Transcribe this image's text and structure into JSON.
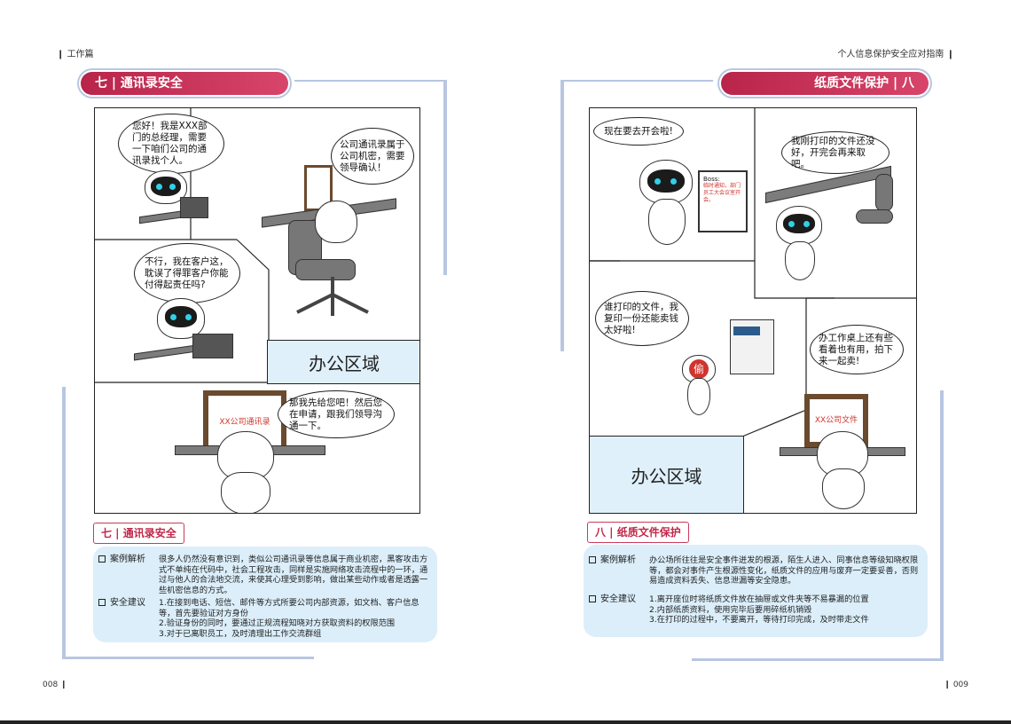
{
  "header": {
    "left": "工作篇",
    "right": "个人信息保护安全应对指南"
  },
  "page_numbers": {
    "left": "008",
    "right": "009"
  },
  "left_page": {
    "banner": "七 | 通讯录安全",
    "bubbles": [
      "您好！我是XXX部门的总经理，需要一下咱们公司的通讯录找个人。",
      "公司通讯录属于公司机密，需要领导确认！",
      "不行，我在客户这，耽误了得罪客户你能付得起责任吗?",
      "那我先给您吧！然后您在申请，跟我们领导沟通一下。"
    ],
    "office_label": "办公区域",
    "board_label": "XX公司通讯录",
    "info_title": "七 | 通讯录安全",
    "case_label": "案例解析",
    "case_text": "很多人仍然没有意识到，类似公司通讯录等信息属于商业机密，黑客攻击方式不单纯在代码中，社会工程攻击，同样是实施网络攻击流程中的一环，通过与他人的合法地交流，来使其心理受到影响，做出某些动作或者是透露一些机密信息的方式。",
    "advice_label": "安全建议",
    "advice": [
      "1.在接到电话、短信、邮件等方式所要公司内部资源，如文档、客户信息等，首先要验证对方身份",
      "2.验证身份的同时，要通过正规流程知晓对方获取资料的权限范围",
      "3.对于已离职员工，及时清理出工作交流群组"
    ]
  },
  "right_page": {
    "banner": "纸质文件保护 | 八",
    "bubbles": [
      "现在要去开会啦!",
      "我刚打印的文件还没好，开完会再来取吧。",
      "谁打印的文件，我复印一份还能卖钱太好啦!",
      "办工作桌上还有些看着也有用，拍下来一起卖!"
    ],
    "office_label": "办公区域",
    "board_label": "XX公司文件",
    "sign_label": "Boss:",
    "sign_text": "临时通知，部门员工大会议室开会。",
    "thief_label": "偷",
    "info_title": "八 | 纸质文件保护",
    "case_label": "案例解析",
    "case_text": "办公场所往往是安全事件迸发的根源，陌生人进入、同事信息等级知晓权限等，都会对事件产生根源性变化，纸质文件的应用与废弃一定要妥善，否则易造成资料丢失、信息泄漏等安全隐患。",
    "advice_label": "安全建议",
    "advice": [
      "1.离开座位时将纸质文件放在抽屉或文件夹等不易暴漏的位置",
      "2.内部纸质资料，使用完毕后要用碎纸机销毁",
      "3.在打印的过程中，不要离开，等待打印完成，及时带走文件"
    ]
  },
  "colors": {
    "accent": "#c0284a",
    "panel": "#dbeefa",
    "deco": "#b8c6e2"
  }
}
